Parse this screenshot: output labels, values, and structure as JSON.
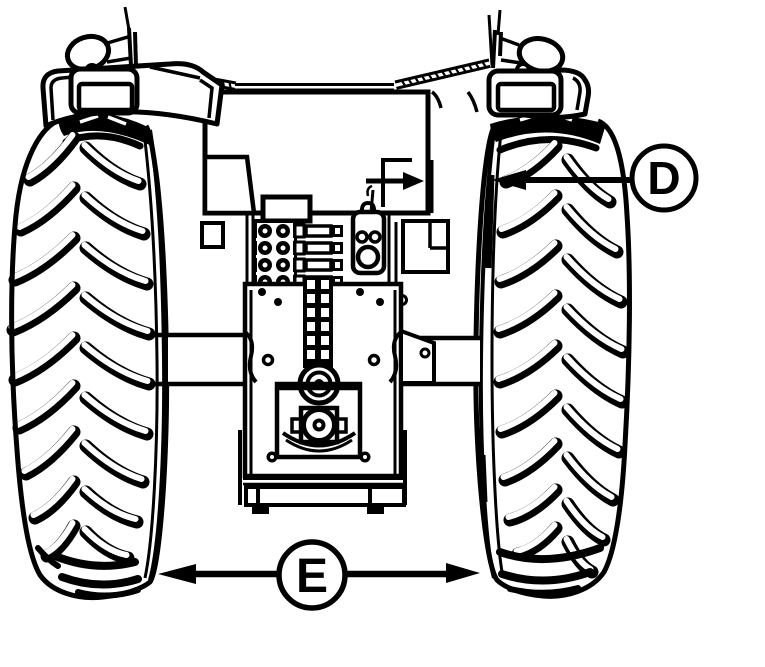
{
  "page": {
    "background_color": "#ffffff",
    "line_color": "#000000"
  },
  "diagram": {
    "subject": "tractor rear view line illustration with tread width callouts",
    "callouts": {
      "d": {
        "label": "D"
      },
      "e": {
        "label": "E"
      }
    }
  }
}
